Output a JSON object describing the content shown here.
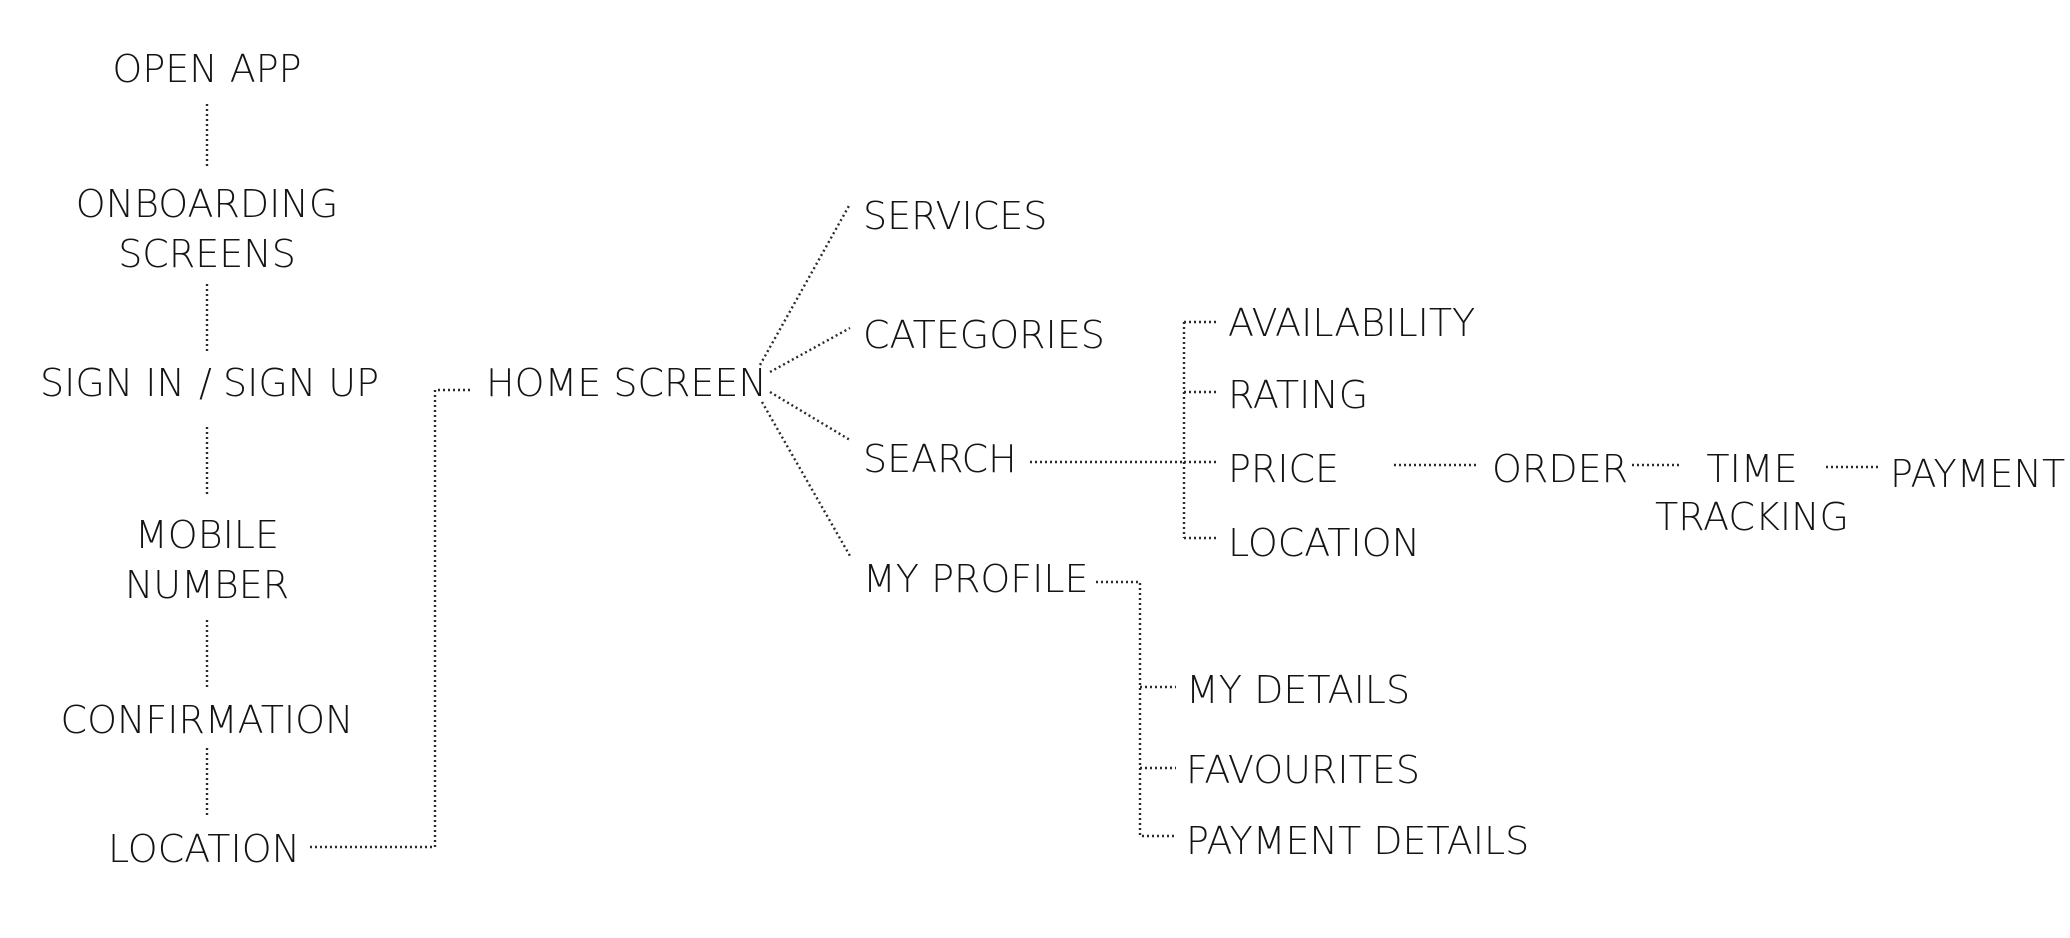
{
  "nodes": {
    "open_app": "OPEN APP",
    "onboarding_1": "ONBOARDING",
    "onboarding_2": "SCREENS",
    "sign_in": "SIGN IN",
    "sign_sep": "/",
    "sign_up": "SIGN UP",
    "mobile_1": "MOBILE",
    "mobile_2": "NUMBER",
    "confirmation": "CONFIRMATION",
    "location_left": "LOCATION",
    "home_screen": "HOME SCREEN",
    "services": "SERVICES",
    "categories": "CATEGORIES",
    "search": "SEARCH",
    "my_profile": "MY PROFILE",
    "availability": "AVAILABILITY",
    "rating": "RATING",
    "price": "PRICE",
    "location_right": "LOCATION",
    "order": "ORDER",
    "time_1": "TIME",
    "time_2": "TRACKING",
    "payment": "PAYMENT",
    "my_details": "MY DETAILS",
    "favourites": "FAVOURITES",
    "payment_details": "PAYMENT DETAILS"
  },
  "colors": {
    "text": "#141414",
    "line": "#2a2a2a",
    "background": "#ffffff"
  }
}
